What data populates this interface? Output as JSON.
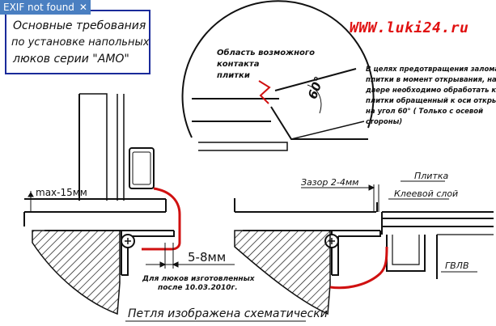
{
  "badge": {
    "label": "EXIF not found",
    "close_glyph": "✕"
  },
  "title": {
    "line1": "Основные требования",
    "line2": "по установке напольных",
    "line3": "люков серии \"АМО\""
  },
  "website": "WWW.luki24.ru",
  "detail": {
    "contact_label_1": "Область возможного",
    "contact_label_2": "контакта",
    "contact_label_3": "плитки",
    "angle_label": "60°"
  },
  "note": {
    "lines": [
      "В целях предотвращения залома",
      "плитки в момент открывания, на",
      "двере необходимо обработать край",
      "плитки обращенный к оси открывания",
      "на угол 60° ( Только с осевой",
      "стороны)"
    ]
  },
  "left": {
    "max_label": "max-15мм",
    "gap_label": "5-8мм",
    "hatch_note_1": "Для люков изготовленных",
    "hatch_note_2": "после 10.03.2010г."
  },
  "right": {
    "gap_label": "Зазор 2-4мм",
    "tile_label": "Плитка",
    "glue_label": "Клеевой слой",
    "gvl_label": "ГВЛВ"
  },
  "caption": "Петля изображена схематически",
  "colors": {
    "outline": "#111111",
    "accent": "#d01010",
    "frame": "#1a2a9a",
    "link": "#e01010",
    "badge": "#4a7fc1"
  }
}
